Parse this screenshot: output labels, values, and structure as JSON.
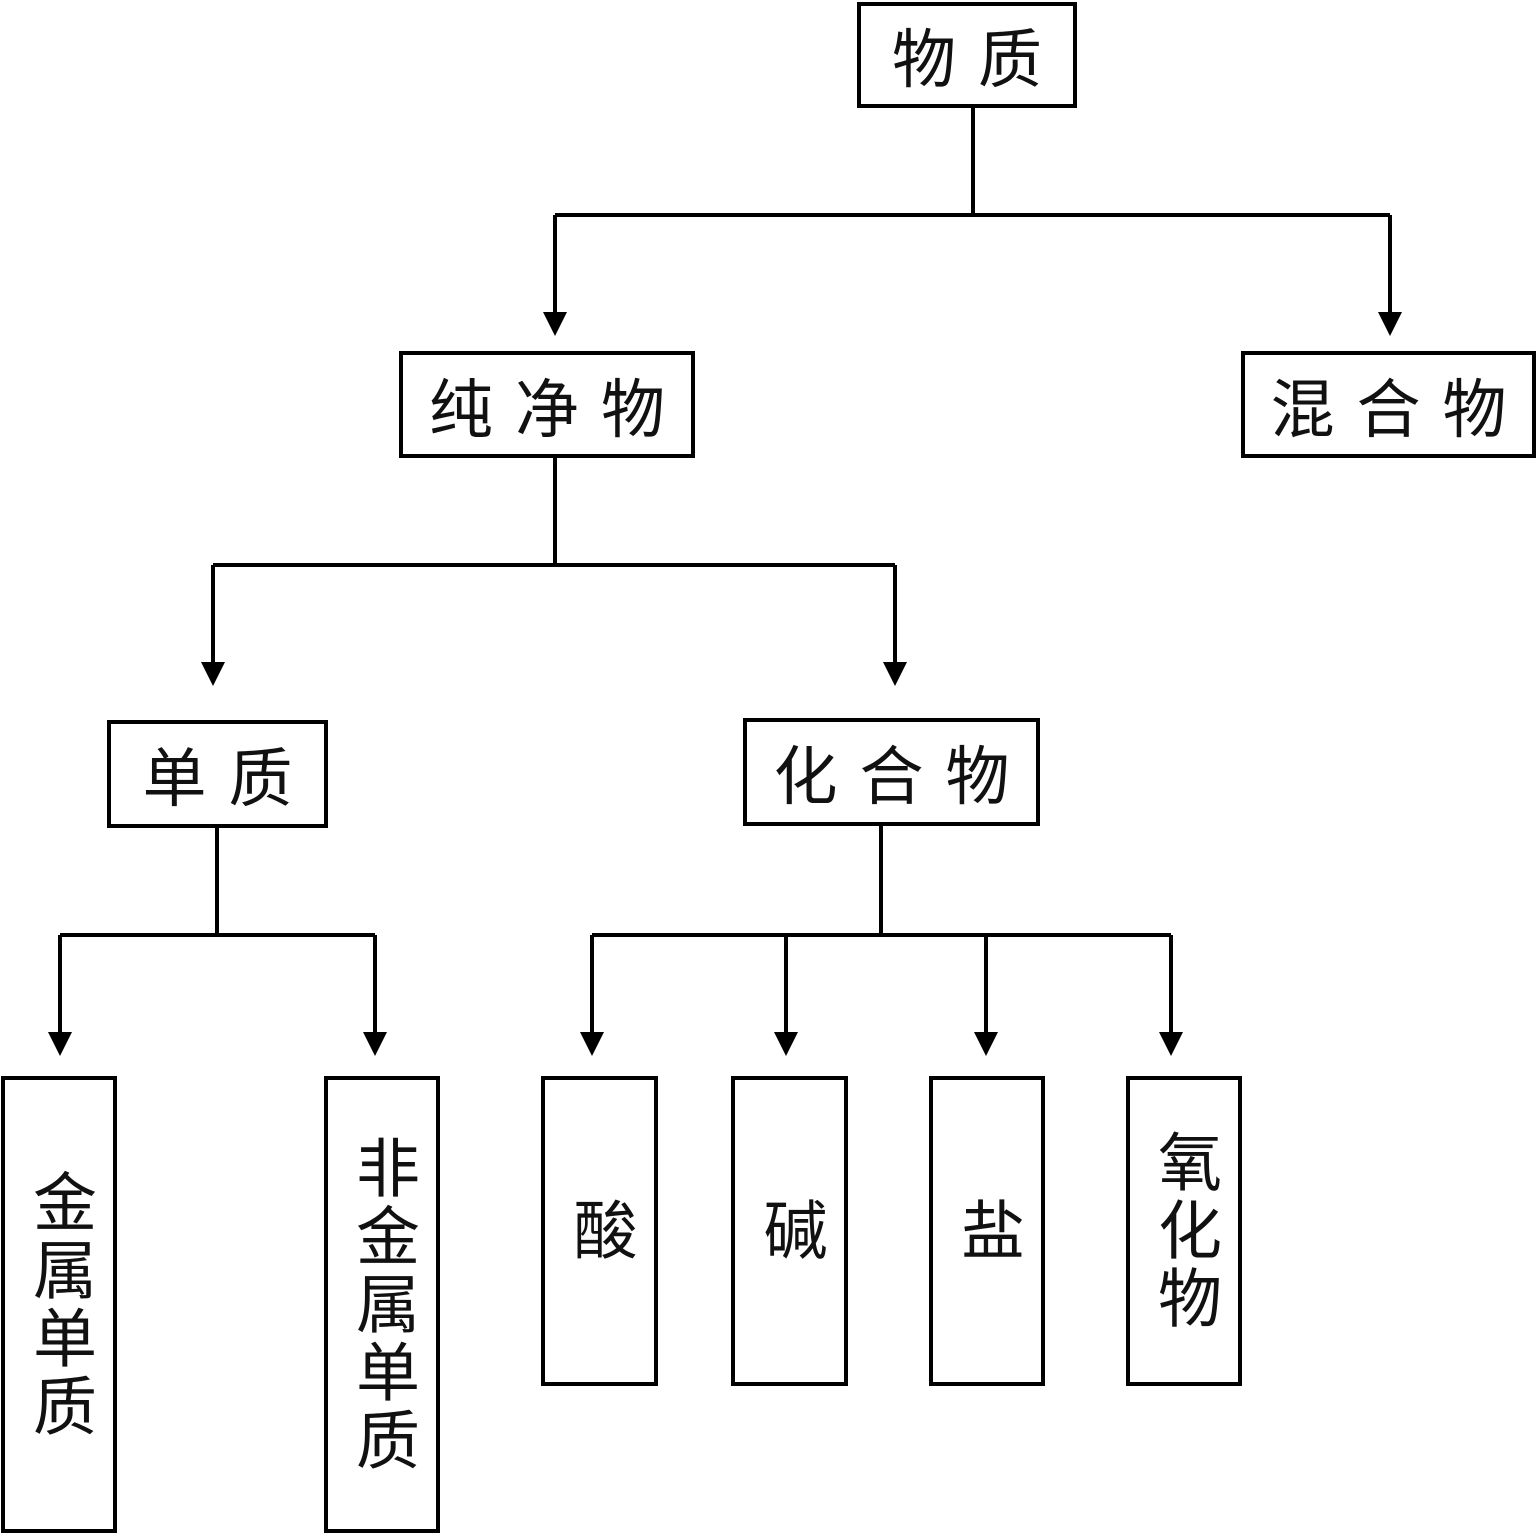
{
  "diagram": {
    "line_color": "#000000",
    "nodes": {
      "matter": "物质",
      "pure": "纯净物",
      "mixture": "混合物",
      "element": "单质",
      "compound": "化合物",
      "metal": "金属单质",
      "nonmetal": "非金属单质",
      "acid": "酸",
      "base": "碱",
      "salt": "盐",
      "oxide": "氧化物"
    }
  }
}
